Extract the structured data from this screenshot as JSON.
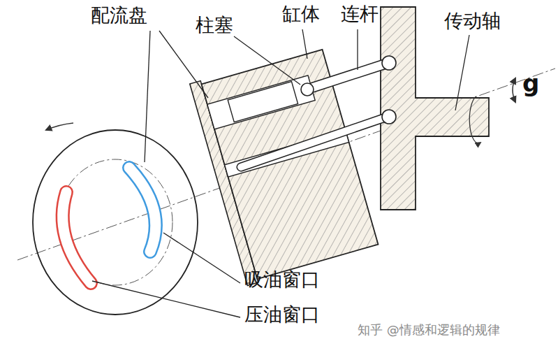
{
  "diagram": {
    "labels": [
      "配流盘",
      "柱塞",
      "缸体",
      "连杆",
      "传动轴",
      "g",
      "吸油窗口",
      "压油窗口",
      "知乎 @情感和逻辑的规律"
    ]
  }
}
